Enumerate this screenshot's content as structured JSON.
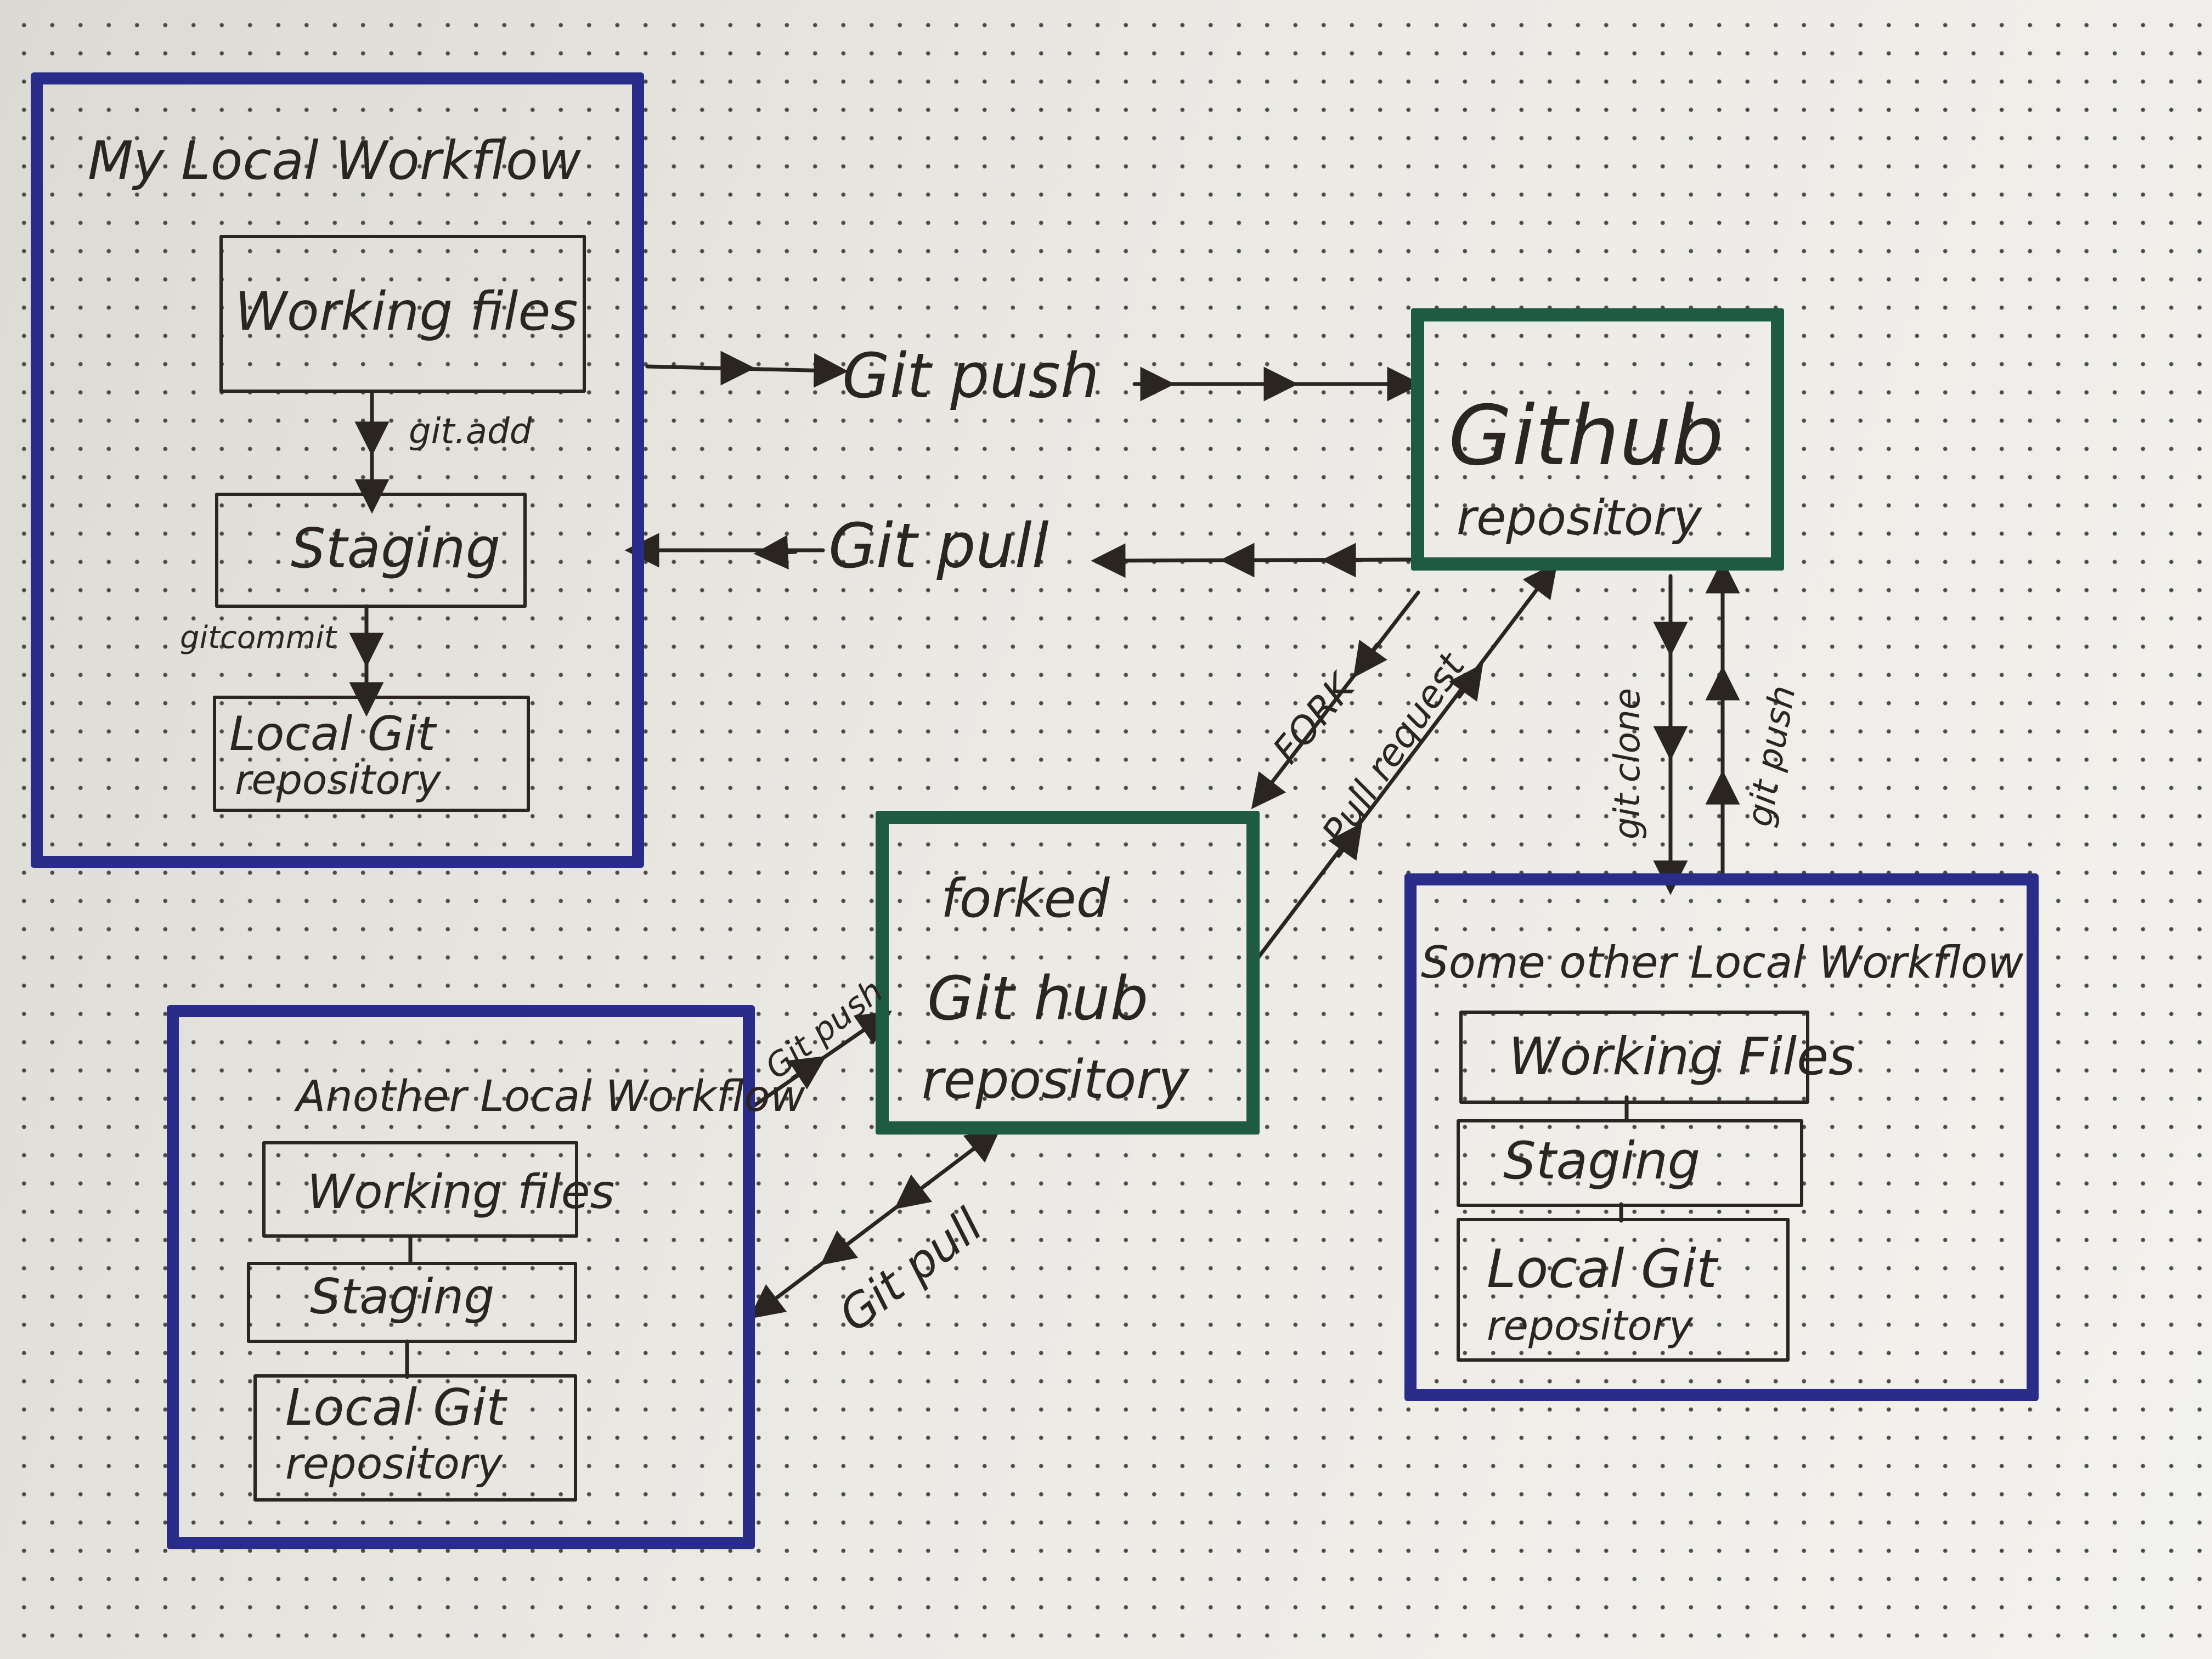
{
  "my_local": {
    "title": "My Local Workflow",
    "working": "Working files",
    "staging": "Staging",
    "local_repo_line1": "Local Git",
    "local_repo_line2": "repository",
    "add_label": "git.add",
    "commit_label": "gitcommit"
  },
  "github": {
    "line1": "Github",
    "line2": "repository"
  },
  "forked": {
    "line1": "forked",
    "line2": "Git hub",
    "line3": "repository"
  },
  "other_local": {
    "title": "Some other Local Workflow",
    "working": "Working Files",
    "staging": "Staging",
    "local_repo_line1": "Local Git",
    "local_repo_line2": "repository"
  },
  "another_local": {
    "title": "Another Local Workflow",
    "working": "Working files",
    "staging": "Staging",
    "local_repo_line1": "Local Git",
    "local_repo_line2": "repository"
  },
  "edges": {
    "push_main": "Git push",
    "pull_main": "Git pull",
    "fork": "FORK",
    "pull_request": "Pull request",
    "clone": "git clone",
    "push_other": "git push",
    "push_another": "Git push",
    "pull_another": "Git pull"
  },
  "colors": {
    "blue_box": "#2a2c8a",
    "green_box": "#1f5a45",
    "ink": "#2a2520"
  }
}
